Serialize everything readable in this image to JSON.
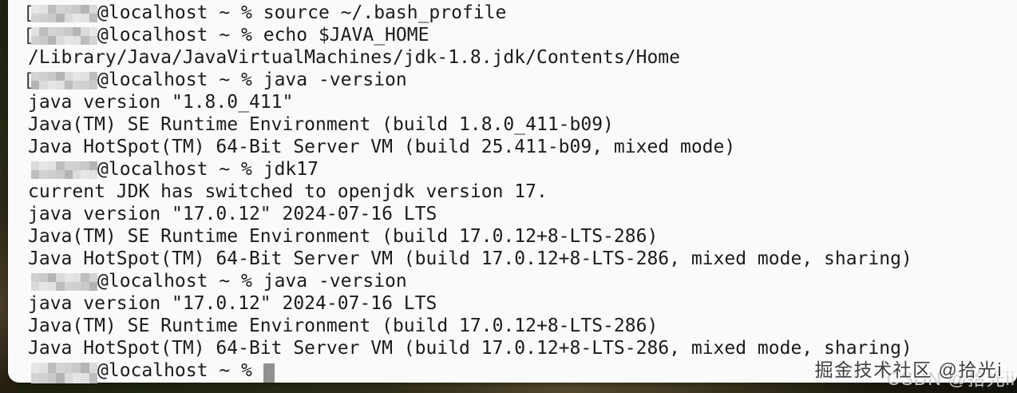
{
  "app": {
    "name": "Terminal",
    "background_color": "#fafafa",
    "text_color": "#1b1b1b",
    "cursor_color": "#909090"
  },
  "terminal": {
    "prompt_suffix": "@localhost ~ % ",
    "lines": [
      {
        "type": "prompt",
        "bracket": true,
        "command": "source ~/.bash_profile"
      },
      {
        "type": "prompt",
        "bracket": true,
        "command": "echo $JAVA_HOME"
      },
      {
        "type": "output",
        "text": "/Library/Java/JavaVirtualMachines/jdk-1.8.jdk/Contents/Home"
      },
      {
        "type": "prompt",
        "bracket": true,
        "command": "java -version"
      },
      {
        "type": "output",
        "text": "java version \"1.8.0_411\""
      },
      {
        "type": "output",
        "text": "Java(TM) SE Runtime Environment (build 1.8.0_411-b09)"
      },
      {
        "type": "output",
        "text": "Java HotSpot(TM) 64-Bit Server VM (build 25.411-b09, mixed mode)"
      },
      {
        "type": "prompt",
        "bracket": false,
        "command": "jdk17"
      },
      {
        "type": "output",
        "text": "current JDK has switched to openjdk version 17."
      },
      {
        "type": "output",
        "text": "java version \"17.0.12\" 2024-07-16 LTS"
      },
      {
        "type": "output",
        "text": "Java(TM) SE Runtime Environment (build 17.0.12+8-LTS-286)"
      },
      {
        "type": "output",
        "text": "Java HotSpot(TM) 64-Bit Server VM (build 17.0.12+8-LTS-286, mixed mode, sharing)"
      },
      {
        "type": "prompt",
        "bracket": false,
        "command": "java -version"
      },
      {
        "type": "output",
        "text": "java version \"17.0.12\" 2024-07-16 LTS"
      },
      {
        "type": "output",
        "text": "Java(TM) SE Runtime Environment (build 17.0.12+8-LTS-286)"
      },
      {
        "type": "output",
        "text": "Java HotSpot(TM) 64-Bit Server VM (build 17.0.12+8-LTS-286, mixed mode, sharing)"
      },
      {
        "type": "prompt",
        "bracket": false,
        "command": "",
        "cursor": true,
        "tall": true
      }
    ],
    "redaction_palette": [
      "#e6e6e6",
      "#c9c9c9",
      "#bdbdbd",
      "#dadada",
      "#cfcfcf",
      "#e1e1e1",
      "#b4b4b4",
      "#d3d3d3"
    ]
  },
  "watermarks": {
    "primary": "掘金技术社区 @拾光i",
    "secondary": "CSDN @拾光ii"
  }
}
